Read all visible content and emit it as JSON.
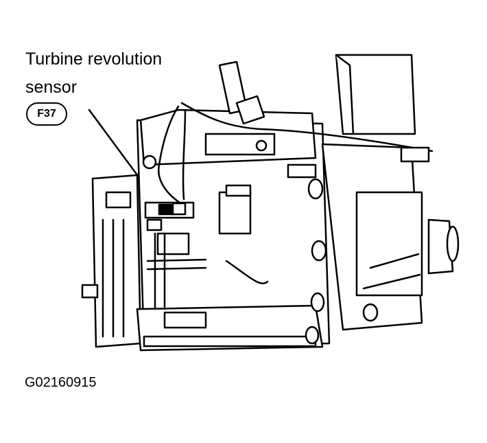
{
  "callout": {
    "label_line1": "Turbine revolution",
    "label_line2": "sensor",
    "connector_code": "F37"
  },
  "figure_code": "G02160915"
}
